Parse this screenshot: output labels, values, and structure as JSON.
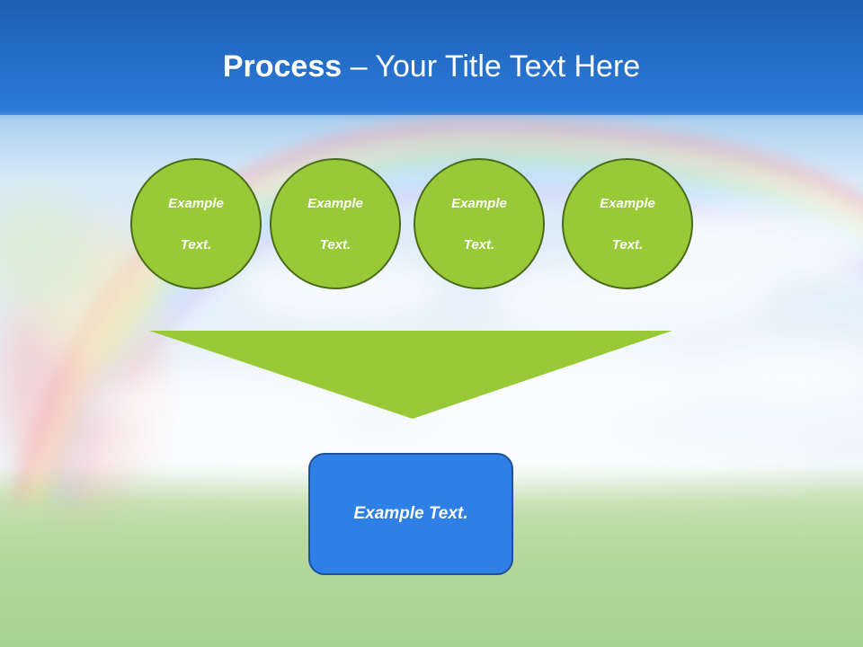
{
  "slide": {
    "title_bold": "Process",
    "title_rest": " – Your Title Text Here",
    "circles": [
      {
        "line1": "Example",
        "line2": "Text."
      },
      {
        "line1": "Example",
        "line2": "Text."
      },
      {
        "line1": "Example",
        "line2": "Text."
      },
      {
        "line1": "Example",
        "line2": "Text."
      }
    ],
    "result_box": "Example Text."
  },
  "colors": {
    "title_band": "#2b7bd9",
    "circle_fill": "#98c936",
    "circle_border": "#4a6b1c",
    "funnel_fill": "#98c936",
    "box_fill": "#2e7fe6",
    "box_border": "#1f4f99"
  }
}
